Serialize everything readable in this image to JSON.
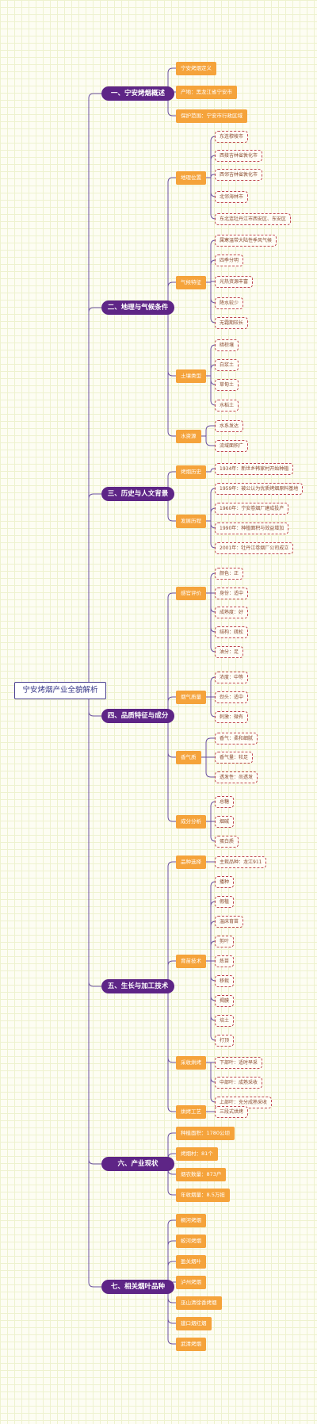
{
  "root": "宁安烤烟产业全貌解析",
  "colors": {
    "branch": "#5e2586",
    "level1_fill": "#5e2586",
    "level2_fill": "#f5a33b",
    "level3_border": "#c0484f",
    "line": "#6a4fa0"
  },
  "sections": [
    {
      "label": "一、宁安烤烟概述",
      "children": [
        {
          "label": "宁安烤烟定义",
          "children": []
        },
        {
          "label": "产地：黑龙江省宁安市",
          "children": []
        },
        {
          "label": "保护范围：宁安市行政区域",
          "children": []
        }
      ]
    },
    {
      "label": "二、地理与气候条件",
      "children": [
        {
          "label": "地理位置",
          "children": [
            "东连穆棱市",
            "西接吉林省敦化市",
            "西邻吉林省敦化市",
            "北邻海林市",
            "东北连牡丹江市西安区、东安区"
          ]
        },
        {
          "label": "气候特征",
          "children": [
            "属寒温带大陆性季风气候",
            "四季分明",
            "光热资源丰富",
            "降水较少",
            "无霜期较长"
          ]
        },
        {
          "label": "土壤类型",
          "children": [
            "暗棕壤",
            "白浆土",
            "草甸土",
            "水稻土"
          ]
        },
        {
          "label": "水资源",
          "children": [
            "水系发达",
            "流域面积广"
          ]
        }
      ]
    },
    {
      "label": "三、历史与人文背景",
      "children": [
        {
          "label": "烤烟历史",
          "children": [
            "1934年：新世乡韩家村开始种植"
          ]
        },
        {
          "label": "发展历程",
          "children": [
            "1959年：被公认为优质烤烟原料基地",
            "1960年：宁安卷烟厂建成投产",
            "1990年：种植面积与效益增加",
            "2001年：牡丹江卷烟厂公司成立"
          ]
        }
      ]
    },
    {
      "label": "四、品质特征与成分",
      "children": [
        {
          "label": "感官评价",
          "children": [
            "颜色：正",
            "身份：适中",
            "成熟度：好",
            "结构：疏松",
            "油分：足"
          ]
        },
        {
          "label": "烟气质量",
          "children": [
            "浓度：中等",
            "劲头：适中",
            "刺激：微有"
          ]
        },
        {
          "label": "香气质",
          "children": [
            "香气：柔和细腻",
            "香气量：较足",
            "透发性：尚透发"
          ]
        },
        {
          "label": "成分分析",
          "children": [
            "总糖",
            "烟碱",
            "蛋白质"
          ]
        }
      ]
    },
    {
      "label": "五、生长与加工技术",
      "children": [
        {
          "label": "品种选择",
          "children": [
            "主栽品种：龙江911"
          ]
        },
        {
          "label": "育苗技术",
          "children": [
            "播种",
            "假植",
            "温床育苗",
            "剪叶",
            "炼苗",
            "移栽",
            "揭膜",
            "培土",
            "打顶"
          ]
        },
        {
          "label": "采收烘烤",
          "children": [
            "下部叶：适时早采",
            "中部叶：成熟采收",
            "上部叶：充分成熟采收"
          ]
        },
        {
          "label": "烘烤工艺",
          "children": [
            "三段式烘烤"
          ]
        }
      ]
    },
    {
      "label": "六、产业现状",
      "children": [
        {
          "label": "种植面积：1780公顷",
          "children": []
        },
        {
          "label": "烤烟村：81个",
          "children": []
        },
        {
          "label": "烟农数量：873户",
          "children": []
        },
        {
          "label": "年收烟量：8.5万担",
          "children": []
        }
      ]
    },
    {
      "label": "七、相关烟叶品种",
      "children": [
        {
          "label": "桐河烤烟",
          "children": []
        },
        {
          "label": "蛟河烤烟",
          "children": []
        },
        {
          "label": "盈关烟叶",
          "children": []
        },
        {
          "label": "泸州烤烟",
          "children": []
        },
        {
          "label": "巫山清徐香烤烟",
          "children": []
        },
        {
          "label": "建口烟红烟",
          "children": []
        },
        {
          "label": "武清烤烟",
          "children": []
        }
      ]
    }
  ]
}
